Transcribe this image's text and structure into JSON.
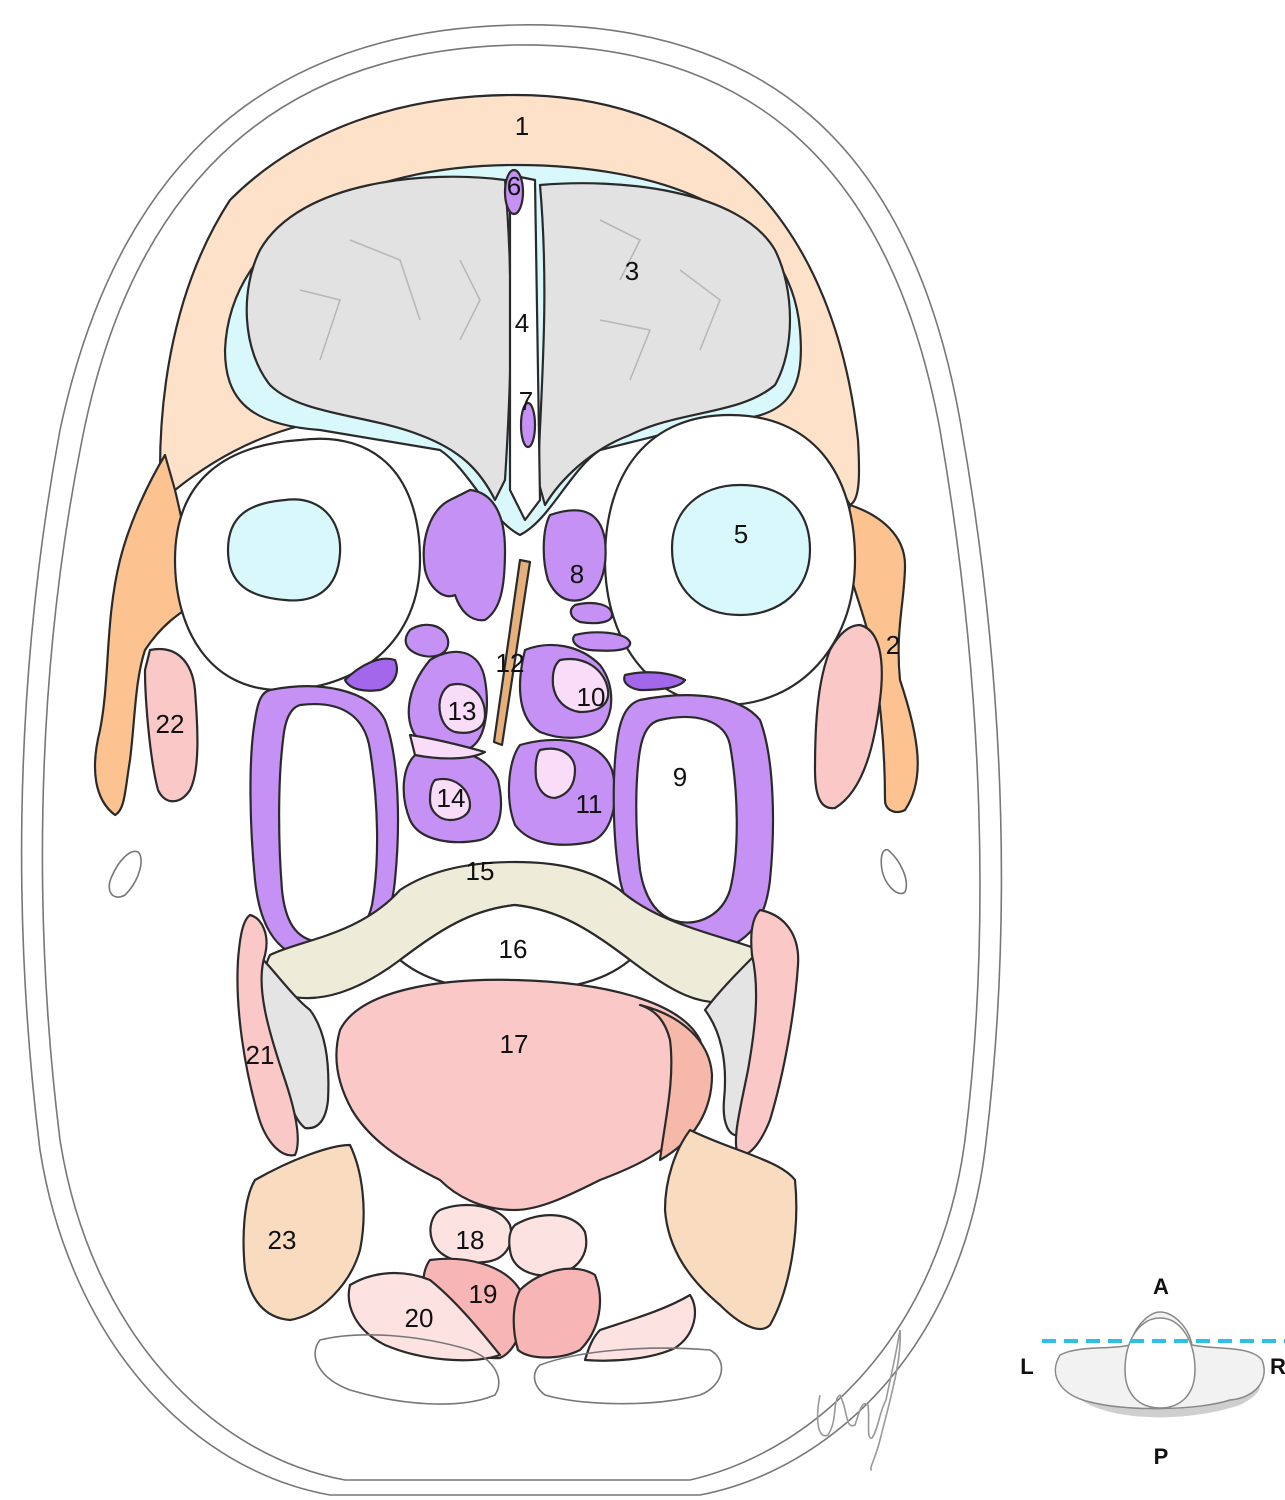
{
  "colors": {
    "bone_frontal": "#fde1c9",
    "zygomatic": "#fcc391",
    "brain": "#e2e2e2",
    "csf": "#d9f8fb",
    "sinus": "#c591f5",
    "sinus_dark": "#a267eb",
    "mucosa_light": "#f8dcf8",
    "muscle": "#fbc8c8",
    "muscle_light": "#fde2e2",
    "palate": "#eeecd9",
    "mandible": "#f9dcbf",
    "septum": "#e6b07c",
    "grey_bone": "#e4e4e4",
    "scan_line": "#2bc0e4"
  },
  "labels": [
    "1",
    "2",
    "3",
    "4",
    "5",
    "6",
    "7",
    "8",
    "9",
    "10",
    "11",
    "12",
    "13",
    "14",
    "15",
    "16",
    "17",
    "18",
    "19",
    "20",
    "21",
    "22",
    "23"
  ],
  "orientation": {
    "anterior": "A",
    "posterior": "P",
    "left": "L",
    "right": "R"
  },
  "signature": "buyse"
}
